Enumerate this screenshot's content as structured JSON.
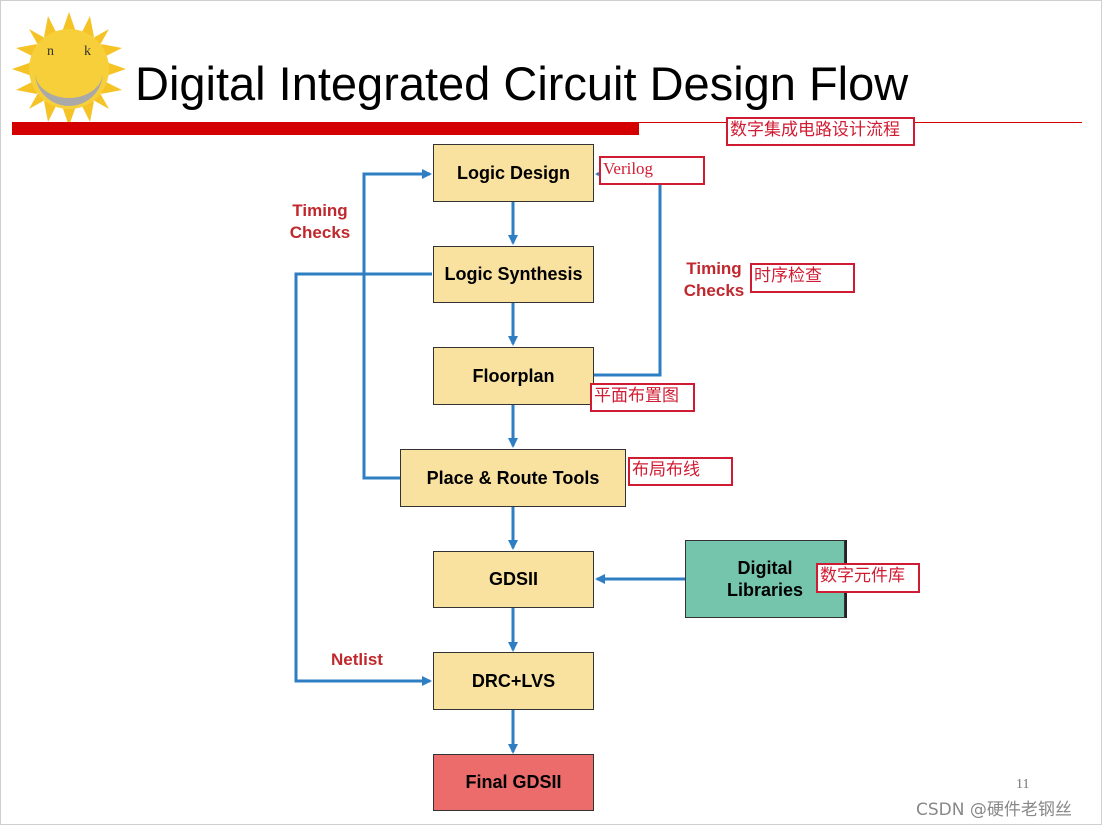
{
  "title": "Digital Integrated Circuit Design Flow",
  "logo": {
    "letters_left": "n",
    "letters_right": "k"
  },
  "annotations": {
    "title_cn": "数字集成电路设计流程",
    "verilog": "Verilog",
    "timing_cn": "时序检查",
    "floorplan_cn": "平面布置图",
    "place_route_cn": "布局布线",
    "digital_libraries_cn": "数字元件库"
  },
  "flow": {
    "logic_design": "Logic Design",
    "logic_synthesis": "Logic Synthesis",
    "floorplan": "Floorplan",
    "place_route": "Place & Route Tools",
    "gdsii": "GDSII",
    "drc_lvs": "DRC+LVS",
    "final_gdsii": "Final GDSII",
    "digital_libraries_line1": "Digital",
    "digital_libraries_line2": "Libraries"
  },
  "labels": {
    "timing_checks_left_1": "Timing",
    "timing_checks_left_2": "Checks",
    "timing_checks_right_1": "Timing",
    "timing_checks_right_2": "Checks",
    "netlist": "Netlist"
  },
  "page_number": "11",
  "watermark": "CSDN @硬件老钢丝",
  "colors": {
    "title_bar_red": "#d40000",
    "box_yellow": "#f9e2a0",
    "box_teal": "#74c5ac",
    "box_final_red": "#ec6b6b",
    "arrow_blue": "#2e7ec3",
    "label_red": "#c0282d",
    "annotation_red": "#d01c33"
  }
}
